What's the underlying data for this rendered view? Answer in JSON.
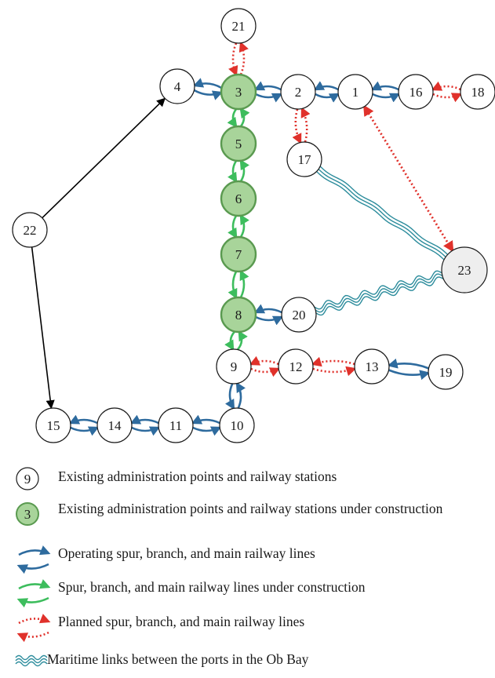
{
  "colors": {
    "operating": "#2e6b9e",
    "construction": "#3dbd5d",
    "planned": "#e0312b",
    "maritime": "#2c8c9c",
    "road": "#000000",
    "node_existing_fill": "#ffffff",
    "node_construction_fill": "#a8d49a",
    "node_construction_stroke": "#5a9a50",
    "node_port_fill": "#eeeeee"
  },
  "nodes": [
    {
      "id": "1",
      "label": "1",
      "kind": "existing"
    },
    {
      "id": "2",
      "label": "2",
      "kind": "existing"
    },
    {
      "id": "3",
      "label": "3",
      "kind": "construction"
    },
    {
      "id": "4",
      "label": "4",
      "kind": "existing"
    },
    {
      "id": "5",
      "label": "5",
      "kind": "construction"
    },
    {
      "id": "6",
      "label": "6",
      "kind": "construction"
    },
    {
      "id": "7",
      "label": "7",
      "kind": "construction"
    },
    {
      "id": "8",
      "label": "8",
      "kind": "construction"
    },
    {
      "id": "9",
      "label": "9",
      "kind": "existing"
    },
    {
      "id": "10",
      "label": "10",
      "kind": "existing"
    },
    {
      "id": "11",
      "label": "11",
      "kind": "existing"
    },
    {
      "id": "12",
      "label": "12",
      "kind": "existing"
    },
    {
      "id": "13",
      "label": "13",
      "kind": "existing"
    },
    {
      "id": "14",
      "label": "14",
      "kind": "existing"
    },
    {
      "id": "15",
      "label": "15",
      "kind": "existing"
    },
    {
      "id": "16",
      "label": "16",
      "kind": "existing"
    },
    {
      "id": "17",
      "label": "17",
      "kind": "existing"
    },
    {
      "id": "18",
      "label": "18",
      "kind": "existing"
    },
    {
      "id": "19",
      "label": "19",
      "kind": "existing"
    },
    {
      "id": "20",
      "label": "20",
      "kind": "existing"
    },
    {
      "id": "21",
      "label": "21",
      "kind": "existing"
    },
    {
      "id": "22",
      "label": "22",
      "kind": "existing"
    },
    {
      "id": "23",
      "label": "23",
      "kind": "port"
    }
  ],
  "links": [
    {
      "from": "4",
      "to": "3",
      "kind": "operating"
    },
    {
      "from": "3",
      "to": "2",
      "kind": "operating"
    },
    {
      "from": "2",
      "to": "1",
      "kind": "operating"
    },
    {
      "from": "1",
      "to": "16",
      "kind": "operating"
    },
    {
      "from": "16",
      "to": "18",
      "kind": "planned"
    },
    {
      "from": "3",
      "to": "21",
      "kind": "planned"
    },
    {
      "from": "2",
      "to": "17",
      "kind": "planned"
    },
    {
      "from": "1",
      "to": "23",
      "kind": "planned"
    },
    {
      "from": "3",
      "to": "5",
      "kind": "construction"
    },
    {
      "from": "5",
      "to": "6",
      "kind": "construction"
    },
    {
      "from": "6",
      "to": "7",
      "kind": "construction"
    },
    {
      "from": "7",
      "to": "8",
      "kind": "construction"
    },
    {
      "from": "8",
      "to": "9",
      "kind": "construction"
    },
    {
      "from": "8",
      "to": "20",
      "kind": "operating"
    },
    {
      "from": "9",
      "to": "12",
      "kind": "planned"
    },
    {
      "from": "12",
      "to": "13",
      "kind": "planned"
    },
    {
      "from": "13",
      "to": "19",
      "kind": "operating"
    },
    {
      "from": "9",
      "to": "10",
      "kind": "operating"
    },
    {
      "from": "10",
      "to": "11",
      "kind": "operating"
    },
    {
      "from": "11",
      "to": "14",
      "kind": "operating"
    },
    {
      "from": "14",
      "to": "15",
      "kind": "operating"
    },
    {
      "from": "22",
      "to": "4",
      "kind": "road"
    },
    {
      "from": "22",
      "to": "15",
      "kind": "road"
    },
    {
      "from": "17",
      "to": "23",
      "kind": "maritime"
    },
    {
      "from": "20",
      "to": "23",
      "kind": "maritime"
    }
  ],
  "legend": {
    "sample_existing_label": "9",
    "sample_construction_label": "3",
    "existing": "Existing administration points and railway stations",
    "construction_station": "Existing administration points and railway stations under construction",
    "operating": "Operating spur, branch, and main railway lines",
    "construction_lines": "Spur, branch, and main railway lines under construction",
    "planned": "Planned spur, branch, and main railway lines",
    "maritime": "Maritime links between the ports in the Ob Bay"
  }
}
